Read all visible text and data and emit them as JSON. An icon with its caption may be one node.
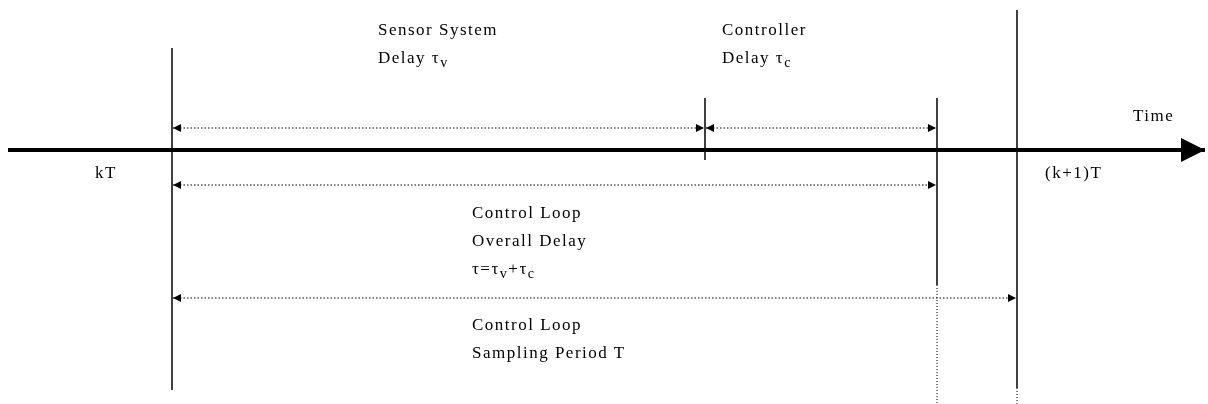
{
  "diagram": {
    "labels": [
      "Sensor System Delay τ$_{v}$",
      "Controller Delay τ$_{c}$",
      "Time",
      "kT",
      "(k+1)T",
      "Control Loop Overall Delay τ=τ$_{v}$+τ$_{c}$",
      "Control Loop Sampling Period T"
    ]
  }
}
